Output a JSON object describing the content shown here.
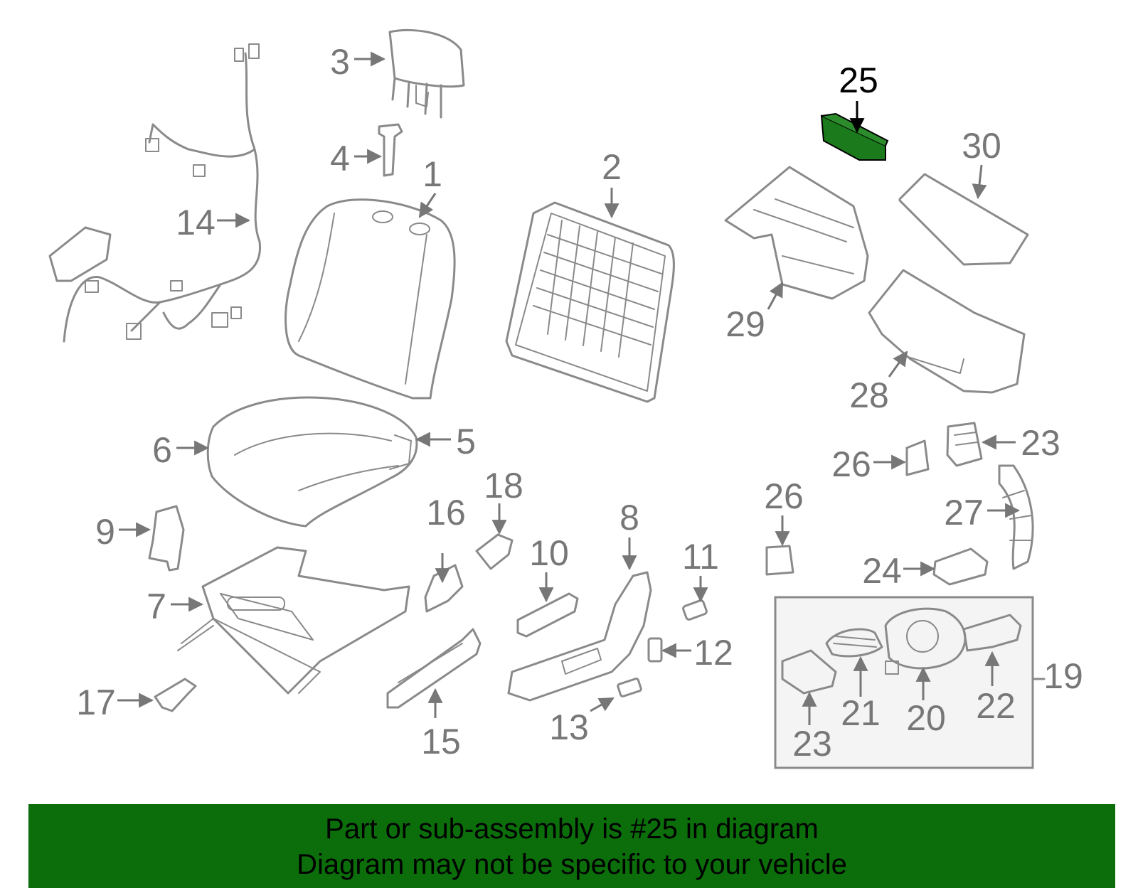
{
  "diagram": {
    "highlight_color": "#1b7a1b",
    "callouts": [
      {
        "id": "c1",
        "label": "1"
      },
      {
        "id": "c2",
        "label": "2"
      },
      {
        "id": "c3",
        "label": "3"
      },
      {
        "id": "c4",
        "label": "4"
      },
      {
        "id": "c5",
        "label": "5"
      },
      {
        "id": "c6",
        "label": "6"
      },
      {
        "id": "c7",
        "label": "7"
      },
      {
        "id": "c8",
        "label": "8"
      },
      {
        "id": "c9",
        "label": "9"
      },
      {
        "id": "c10",
        "label": "10"
      },
      {
        "id": "c11",
        "label": "11"
      },
      {
        "id": "c12",
        "label": "12"
      },
      {
        "id": "c13",
        "label": "13"
      },
      {
        "id": "c14",
        "label": "14"
      },
      {
        "id": "c15",
        "label": "15"
      },
      {
        "id": "c16",
        "label": "16"
      },
      {
        "id": "c17",
        "label": "17"
      },
      {
        "id": "c18",
        "label": "18"
      },
      {
        "id": "c19",
        "label": "19"
      },
      {
        "id": "c20",
        "label": "20"
      },
      {
        "id": "c21",
        "label": "21"
      },
      {
        "id": "c22",
        "label": "22"
      },
      {
        "id": "c23a",
        "label": "23"
      },
      {
        "id": "c23b",
        "label": "23"
      },
      {
        "id": "c24",
        "label": "24"
      },
      {
        "id": "c25",
        "label": "25"
      },
      {
        "id": "c26a",
        "label": "26"
      },
      {
        "id": "c26b",
        "label": "26"
      },
      {
        "id": "c27",
        "label": "27"
      },
      {
        "id": "c28",
        "label": "28"
      },
      {
        "id": "c29",
        "label": "29"
      },
      {
        "id": "c30",
        "label": "30"
      }
    ]
  },
  "banner": {
    "line1": "Part or sub-assembly is #25 in diagram",
    "line2": "Diagram may not be specific to your vehicle",
    "background": "#0b6e0b"
  }
}
